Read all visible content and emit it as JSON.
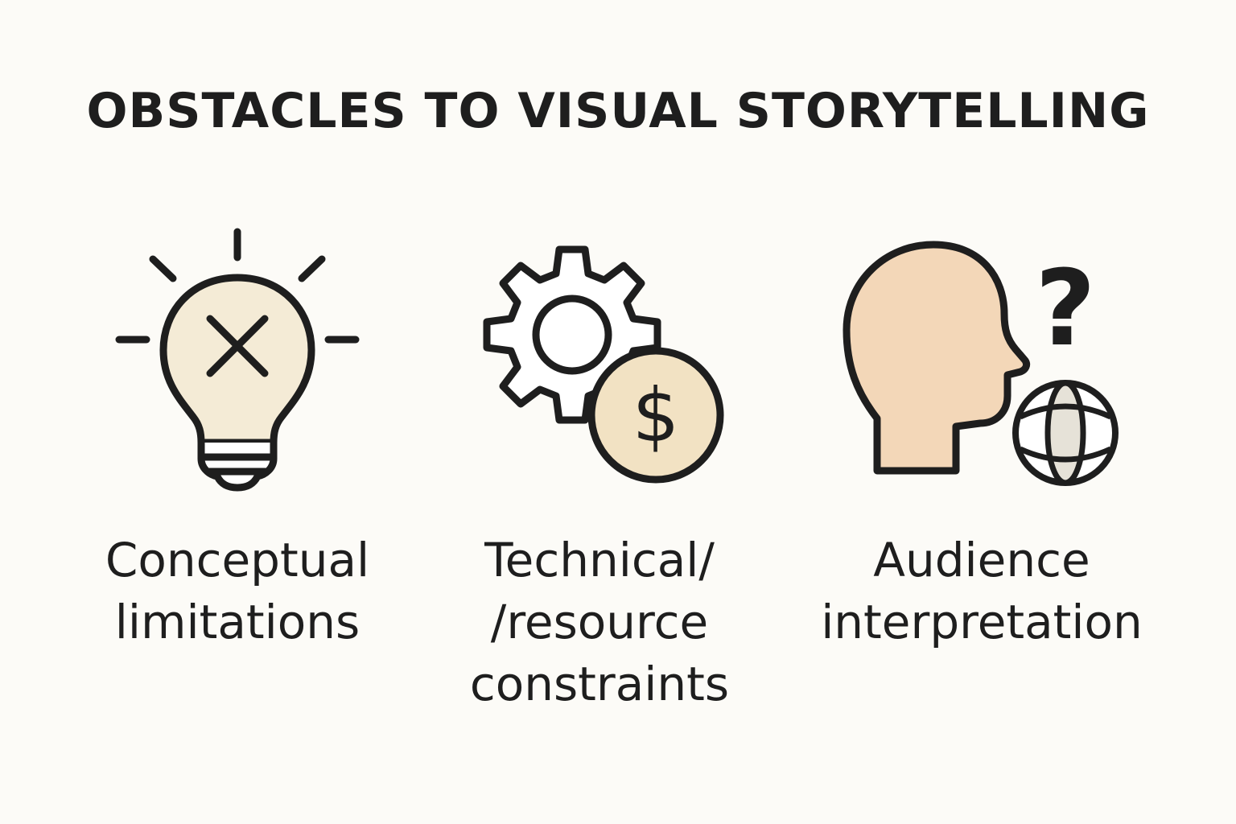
{
  "title": "OBSTACLES TO VISUAL STORYTELLING",
  "colors": {
    "ink": "#1e1e1e",
    "bulb_fill": "#f4ebd6",
    "coin_fill": "#f2e2c3",
    "head_fill": "#f3d7b8",
    "globe_fill": "#e6e2d8",
    "background": "#fcfbf7"
  },
  "items": [
    {
      "icon": "lightbulb-x-icon",
      "lines": [
        "Conceptual",
        "limitations"
      ]
    },
    {
      "icon": "gear-dollar-icon",
      "lines": [
        "Technical/",
        "/resource",
        "constraints"
      ]
    },
    {
      "icon": "head-question-globe-icon",
      "lines": [
        "Audience",
        "interpretation"
      ]
    }
  ]
}
